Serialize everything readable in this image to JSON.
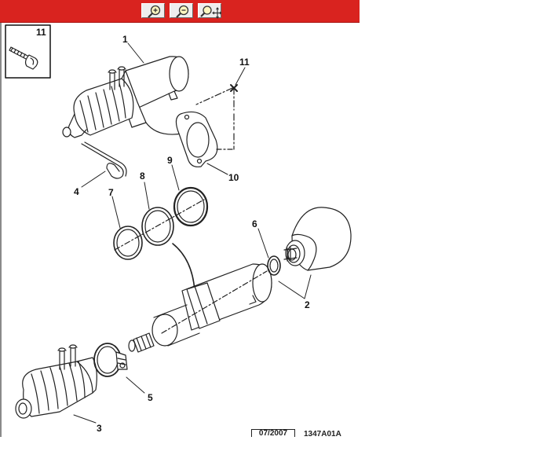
{
  "toolbar": {
    "zoom_in": "zoom-in-icon",
    "zoom_out": "zoom-out-icon",
    "zoom_pan": "zoom-pan-icon",
    "color": "#d9231f"
  },
  "inset": {
    "label": "11"
  },
  "callouts": {
    "c1": "1",
    "c2": "2",
    "c3": "3",
    "c4": "4",
    "c5": "5",
    "c6": "6",
    "c7": "7",
    "c8": "8",
    "c9": "9",
    "c10": "10",
    "c11": "11"
  },
  "footer": {
    "date": "07/2007",
    "code": "1347A01A"
  }
}
